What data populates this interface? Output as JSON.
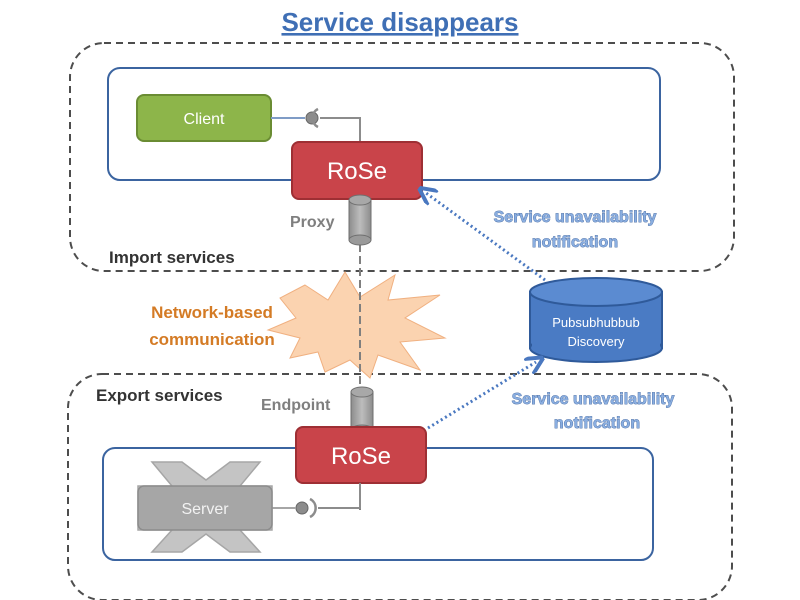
{
  "title": "Service disappears",
  "import_zone": {
    "label": "Import services"
  },
  "export_zone": {
    "label": "Export services"
  },
  "client": {
    "label": "Client"
  },
  "server": {
    "label": "Server"
  },
  "rose_import": {
    "label": "RoSe"
  },
  "rose_export": {
    "label": "RoSe"
  },
  "proxy": {
    "label": "Proxy"
  },
  "endpoint": {
    "label": "Endpoint"
  },
  "network": {
    "line1": "Network-based",
    "line2": "communication"
  },
  "discovery": {
    "line1": "Pubsubhubbub",
    "line2": "Discovery"
  },
  "notification_top": {
    "line1": "Service unavailability",
    "line2": "notification"
  },
  "notification_bottom": {
    "line1": "Service unavailability",
    "line2": "notification"
  },
  "colors": {
    "title": "#3f6fb5",
    "rose": "#c9444a",
    "client": "#8db54a",
    "server": "#a6a6a6",
    "discovery": "#4a7bc4",
    "notification": "#8aaee0",
    "frame": "#3b64a0",
    "zone_border": "#555555",
    "starburst": "#fbd3b0"
  }
}
